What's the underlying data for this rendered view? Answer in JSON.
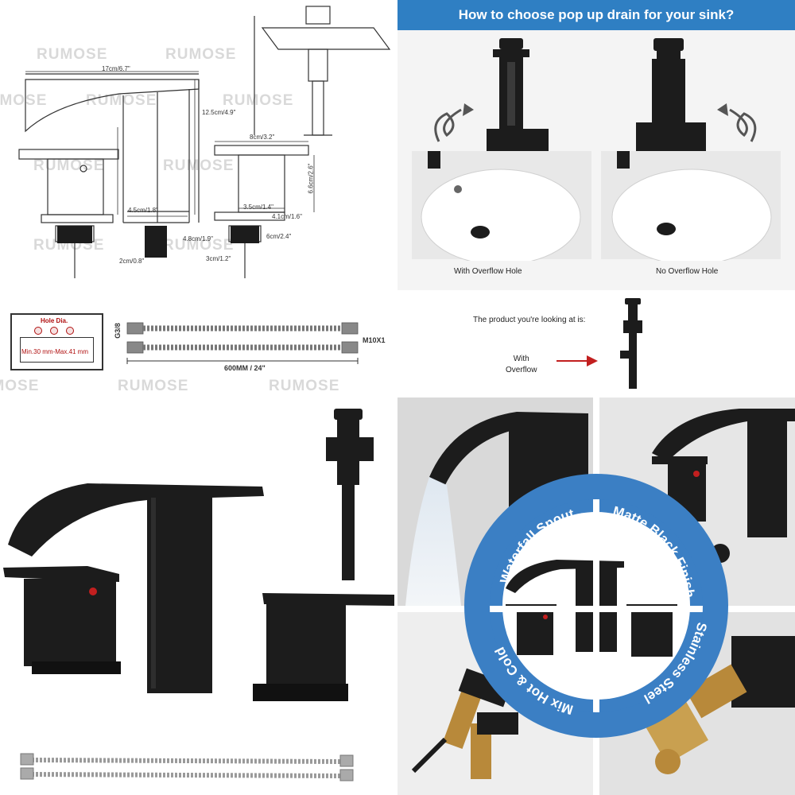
{
  "watermark": "RUMOSE",
  "diagram": {
    "width_label": "17cm/6.7\"",
    "height_label": "12.5cm/4.9\"",
    "spout_base_label": "4.5cm/1.8\"",
    "spout_tail_label": "4.8cm/1.9\"",
    "shank_label": "2cm/0.8\"",
    "handle_width_label": "8cm/3.2\"",
    "handle_height_label": "6.6cm/2.6\"",
    "handle_base_label": "3.5cm/1.4\"",
    "handle_depth_label": "4.1cm/1.6\"",
    "handle_shank_label": "6cm/2.4\"",
    "handle_nut_label": "3cm/1.2\"",
    "hole_label": "Hole Dia.",
    "hole_range": "Min.30 mm-Max.41 mm",
    "hose_thread": "G3/8",
    "hose_nut": "M10X1",
    "hose_length": "600MM / 24\""
  },
  "drain": {
    "title": "How to choose pop up drain for your sink?",
    "option_a": "With Overflow Hole",
    "option_b": "No Overflow Hole",
    "looking_at": "The product you're looking at is:",
    "with_overflow": "With\nOverflow"
  },
  "features": {
    "waterfall": "Waterfall Spout",
    "matte": "Matte Black Finish",
    "mix": "Mix Hot & Cold",
    "steel": "Stainless Steel"
  },
  "colors": {
    "banner": "#2f7fc3",
    "badge": "#3b7fc4",
    "faucet": "#1c1c1c",
    "accent_red": "#c21f1f",
    "brass": "#b8893a"
  }
}
